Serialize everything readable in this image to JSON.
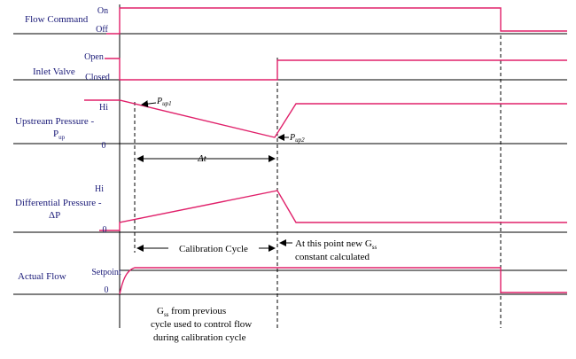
{
  "rows": {
    "flow_command": {
      "label": "Flow Command",
      "high": "On",
      "low": "Off"
    },
    "inlet_valve": {
      "label": "Inlet Valve",
      "high": "Open",
      "low": "Closed"
    },
    "upstream_pressure": {
      "label_line1": "Upstream Pressure -",
      "label_line2": "P",
      "label_line2_sub": "up",
      "high": "Hi",
      "low": "0"
    },
    "differential_pressure": {
      "label_line1": "Differential Pressure -",
      "label_line2": "ΔP",
      "high": "Hi",
      "low": "0"
    },
    "actual_flow": {
      "label": "Actual Flow",
      "high": "Setpoint",
      "low": "0"
    }
  },
  "annotations": {
    "p_up1": {
      "main": "P",
      "sub": "up1"
    },
    "p_up2": {
      "main": "P",
      "sub": "up2"
    },
    "delta_t": "Δt",
    "calibration_cycle": "Calibration Cycle",
    "new_gss_line1_pre": "At this point new G",
    "new_gss_line1_sub": "ss",
    "new_gss_line2": "constant calculated",
    "prev_gss_line1_main": "G",
    "prev_gss_line1_sub": "ss",
    "prev_gss_line1_rest": " from previous",
    "prev_gss_line2": "cycle used to control flow",
    "prev_gss_line3": "during calibration cycle"
  },
  "colors": {
    "signal": "#e0206a",
    "axis": "#000000",
    "label": "#1a1a78"
  }
}
